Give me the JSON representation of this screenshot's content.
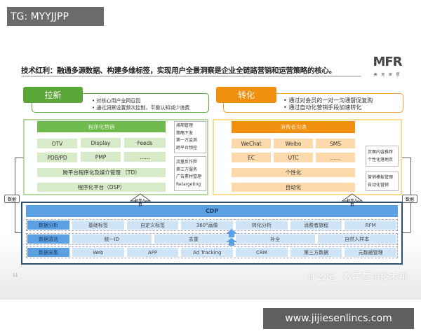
{
  "tag_label": "TG: MYYJJPP",
  "title": "技术红利：融通多源数据、构建多维标签，实现用户全景洞察是企业全链路营销和运营策略的核心。",
  "logo": {
    "text": "MFR",
    "sub": "美 克 家 居"
  },
  "acquire": {
    "label": "拉新",
    "bullets": [
      "对核心用户全网召回",
      "通过洞察设置频次控制，平衡认知减少浪费"
    ],
    "color": "#5aa636"
  },
  "convert": {
    "label": "转化",
    "bullets": [
      "通过对会员的一对一沟通督促复购",
      "通过自动化营销手段加速转化"
    ],
    "color": "#f0900e"
  },
  "programmatic": {
    "header": "程序化营销",
    "cells": [
      "OTV",
      "Display",
      "Feeds",
      "PDB/PD",
      "PMP",
      "......"
    ],
    "td": "跨平台程序化及媒介管理 （TD）",
    "dsp": "程序化平台（DSP）",
    "side1": [
      "排期管理",
      "策略下发",
      "第一方监测",
      "跨平台频控"
    ],
    "side2": [
      "流量反作弊",
      "第三方服务",
      "广告素材管理",
      "Retargeting"
    ]
  },
  "consumer": {
    "header": "消费者沟通",
    "cells": [
      "WeChat",
      "Weibo",
      "SMS",
      "EC",
      "UTC",
      "......"
    ],
    "personal": "个性化",
    "auto": "自动化",
    "side1": [
      "页面内容推荐",
      "个性化落地页"
    ],
    "side2": [
      "营销模板管理",
      "自动化营销"
    ]
  },
  "arrow_label": "标签人群",
  "data_label": "数据",
  "cdp": {
    "title": "CDP",
    "rows": [
      {
        "head": "数据分析",
        "items": [
          "基础标签",
          "自定义标签",
          "360°画像",
          "转化分析",
          "消费者旅程",
          "RFM"
        ]
      },
      {
        "head": "数据清洗",
        "items": [
          "统一ID",
          "去重",
          "补全",
          "自然人样本"
        ]
      },
      {
        "head": "数据采集",
        "items": [
          "Web",
          "APP",
          "Ad Tracking",
          "CRM",
          "第三方数据",
          "元数据管理"
        ]
      }
    ]
  },
  "page_number": "11",
  "watermark_text": "什么是 · 数字营销技术邦",
  "site_watermark": "www.jijiesenlincs.com"
}
